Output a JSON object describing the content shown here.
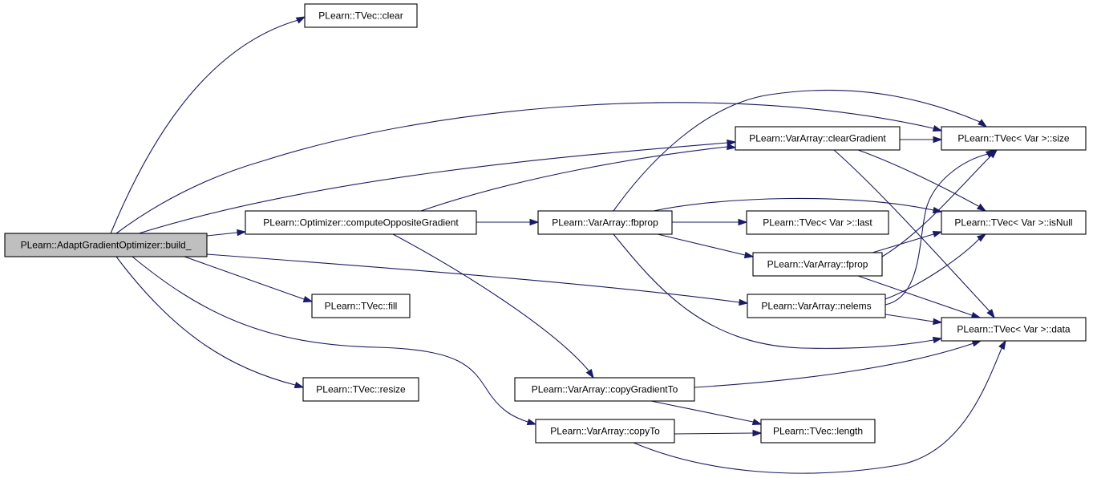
{
  "graph": {
    "nodes": [
      {
        "id": "root",
        "label": "PLearn::AdaptGradientOptimizer::build_"
      },
      {
        "id": "tvec_clear",
        "label": "PLearn::TVec::clear"
      },
      {
        "id": "opt_cog",
        "label": "PLearn::Optimizer::computeOppositeGradient"
      },
      {
        "id": "tvec_fill",
        "label": "PLearn::TVec::fill"
      },
      {
        "id": "tvec_resize",
        "label": "PLearn::TVec::resize"
      },
      {
        "id": "va_clearGradient",
        "label": "PLearn::VarArray::clearGradient"
      },
      {
        "id": "va_fbprop",
        "label": "PLearn::VarArray::fbprop"
      },
      {
        "id": "tvec_last",
        "label": "PLearn::TVec< Var >::last"
      },
      {
        "id": "va_fprop",
        "label": "PLearn::VarArray::fprop"
      },
      {
        "id": "va_nelems",
        "label": "PLearn::VarArray::nelems"
      },
      {
        "id": "va_copyGradientTo",
        "label": "PLearn::VarArray::copyGradientTo"
      },
      {
        "id": "va_copyTo",
        "label": "PLearn::VarArray::copyTo"
      },
      {
        "id": "tvec_length",
        "label": "PLearn::TVec::length"
      },
      {
        "id": "tvec_size",
        "label": "PLearn::TVec< Var >::size"
      },
      {
        "id": "tvec_isNull",
        "label": "PLearn::TVec< Var >::isNull"
      },
      {
        "id": "tvec_data",
        "label": "PLearn::TVec< Var >::data"
      }
    ],
    "edges": [
      {
        "from": "root",
        "to": "tvec_clear"
      },
      {
        "from": "root",
        "to": "tvec_size"
      },
      {
        "from": "root",
        "to": "va_clearGradient"
      },
      {
        "from": "root",
        "to": "opt_cog"
      },
      {
        "from": "root",
        "to": "tvec_fill"
      },
      {
        "from": "root",
        "to": "va_nelems"
      },
      {
        "from": "root",
        "to": "tvec_resize"
      },
      {
        "from": "root",
        "to": "va_copyTo"
      },
      {
        "from": "opt_cog",
        "to": "va_clearGradient"
      },
      {
        "from": "opt_cog",
        "to": "va_fbprop"
      },
      {
        "from": "opt_cog",
        "to": "va_copyGradientTo"
      },
      {
        "from": "va_clearGradient",
        "to": "tvec_size"
      },
      {
        "from": "va_clearGradient",
        "to": "tvec_isNull"
      },
      {
        "from": "va_clearGradient",
        "to": "tvec_data"
      },
      {
        "from": "va_fbprop",
        "to": "tvec_size"
      },
      {
        "from": "va_fbprop",
        "to": "tvec_isNull"
      },
      {
        "from": "va_fbprop",
        "to": "tvec_last"
      },
      {
        "from": "va_fbprop",
        "to": "va_fprop"
      },
      {
        "from": "va_fbprop",
        "to": "tvec_data"
      },
      {
        "from": "va_fprop",
        "to": "tvec_size"
      },
      {
        "from": "va_fprop",
        "to": "tvec_isNull"
      },
      {
        "from": "va_fprop",
        "to": "tvec_data"
      },
      {
        "from": "va_nelems",
        "to": "tvec_size"
      },
      {
        "from": "va_nelems",
        "to": "tvec_isNull"
      },
      {
        "from": "va_nelems",
        "to": "tvec_data"
      },
      {
        "from": "va_copyGradientTo",
        "to": "tvec_data"
      },
      {
        "from": "va_copyGradientTo",
        "to": "tvec_length"
      },
      {
        "from": "va_copyTo",
        "to": "tvec_length"
      },
      {
        "from": "va_copyTo",
        "to": "tvec_data"
      }
    ]
  }
}
